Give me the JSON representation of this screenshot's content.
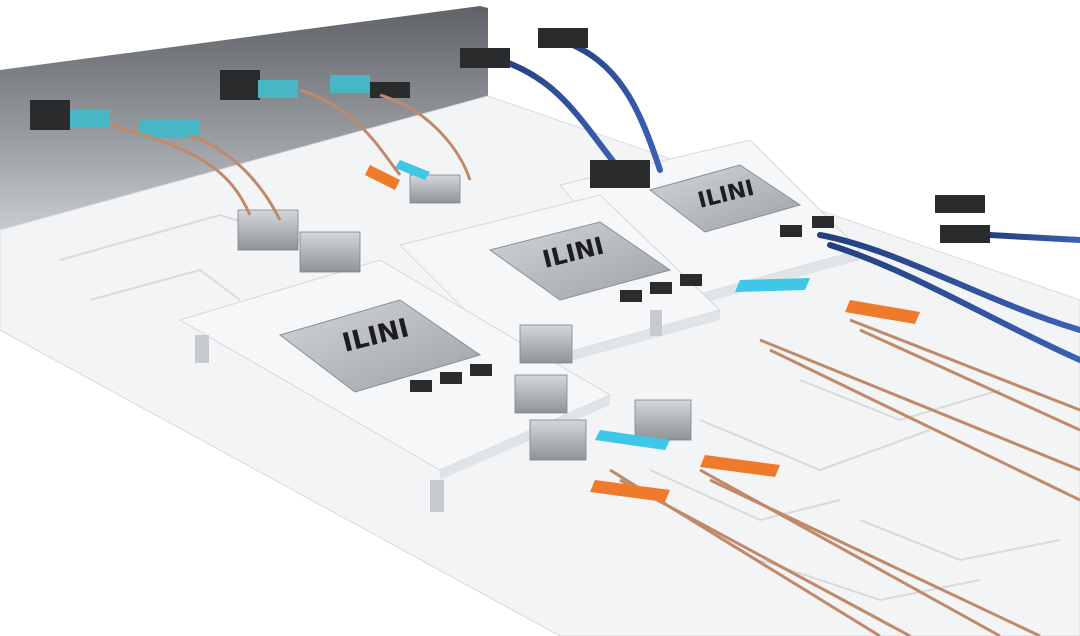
{
  "image": {
    "kind": "3D rendering of server boards with optical modules and cables",
    "chip_marking": "ILINI"
  },
  "colors": {
    "background": "#ffffff",
    "board_white": "#f6f7f8",
    "board_edge": "#d5d8dc",
    "chip_silver": "#aeb3b8",
    "chip_top": "#c9ccd0",
    "heatsink": "#b8bcc1",
    "connector_black": "#2a2b2d",
    "fiber_copper": "#c08a6a",
    "fiber_blue_cable": "#2f4f9a",
    "tab_orange": "#f07a2b",
    "tab_cyan": "#3ec7e6",
    "mpo_aqua": "#47b7c6",
    "panel_gray": "#6f7378"
  },
  "chips": [
    {
      "label": "ILINI"
    },
    {
      "label": "ILINI"
    },
    {
      "label": "ILINI"
    }
  ]
}
